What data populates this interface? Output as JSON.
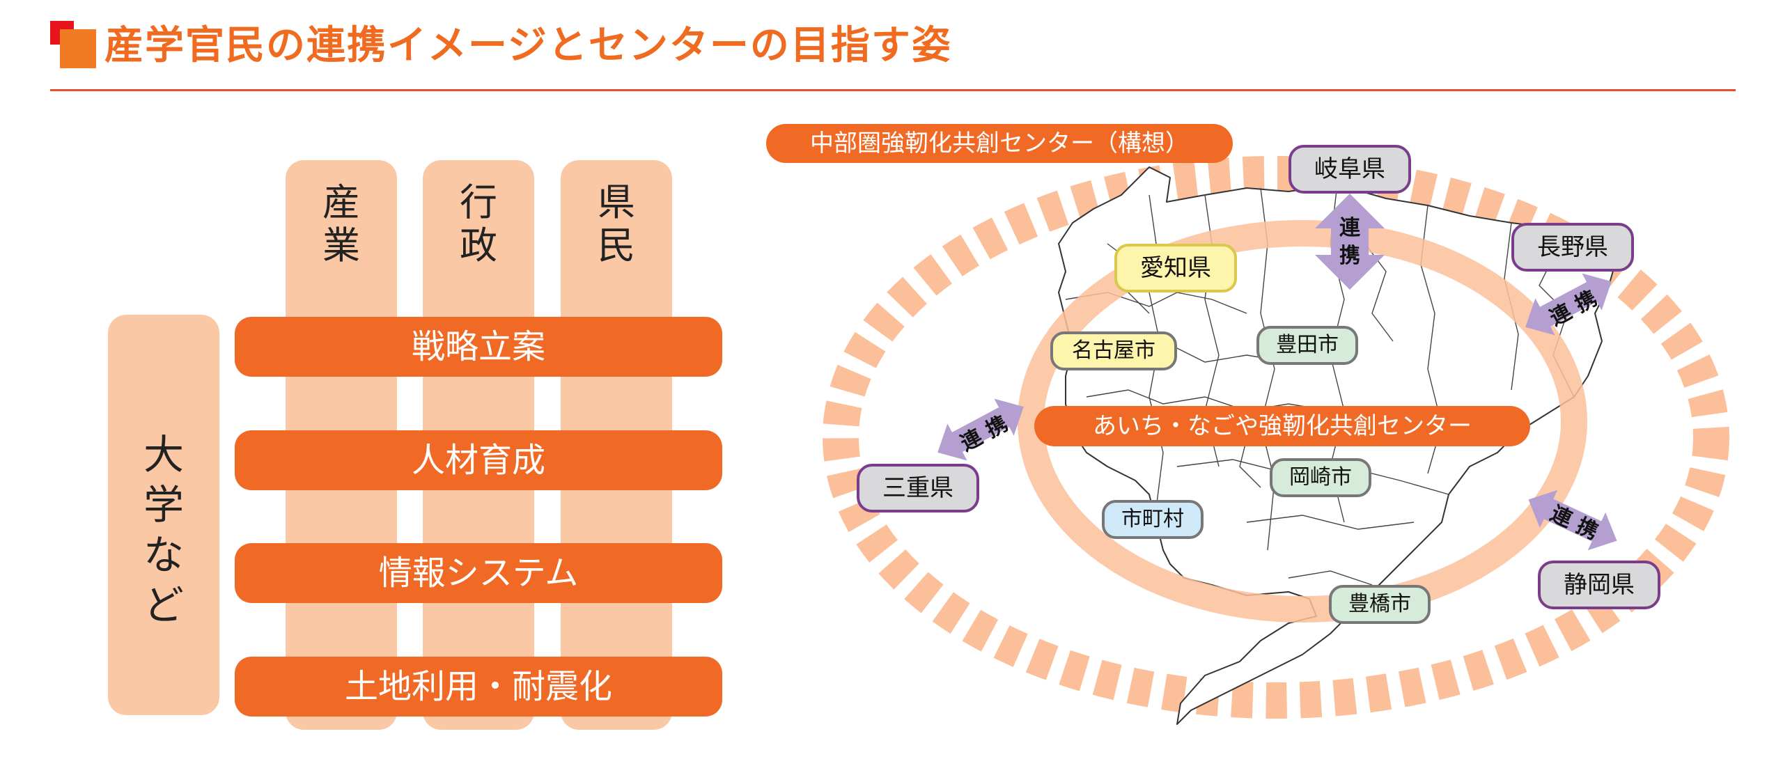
{
  "header": {
    "title": "産学官民の連携イメージとセンターの目指す姿"
  },
  "left_diagram": {
    "columns": [
      "産\n業",
      "行\n政",
      "県\n民"
    ],
    "side_column": "大\n学\nな\nど",
    "rows": [
      "戦略立案",
      "人材育成",
      "情報システム",
      "土地利用・耐震化"
    ]
  },
  "right_diagram": {
    "outer_label": "中部圏強靭化共創センター（構想）",
    "inner_label": "あいち・なごや強靭化共創センター",
    "prefectures": {
      "gifu": "岐阜県",
      "nagano": "長野県",
      "mie": "三重県",
      "shizuoka": "静岡県"
    },
    "aichi": "愛知県",
    "cities": {
      "nagoya": "名古屋市",
      "toyota": "豊田市",
      "okazaki": "岡崎市",
      "municipalities": "市町村",
      "toyohashi": "豊橋市"
    },
    "link_label_a": "連",
    "link_label_b": "携",
    "colors": {
      "ring": "#fbc09a",
      "accent": "#f06a25",
      "arrow": "#b49fd0",
      "pref_border": "#7a3d8c",
      "aichi_fill": "#fdf5ac",
      "city_fill": "#d6ebd9",
      "municipality_fill": "#cfe9f8"
    }
  }
}
